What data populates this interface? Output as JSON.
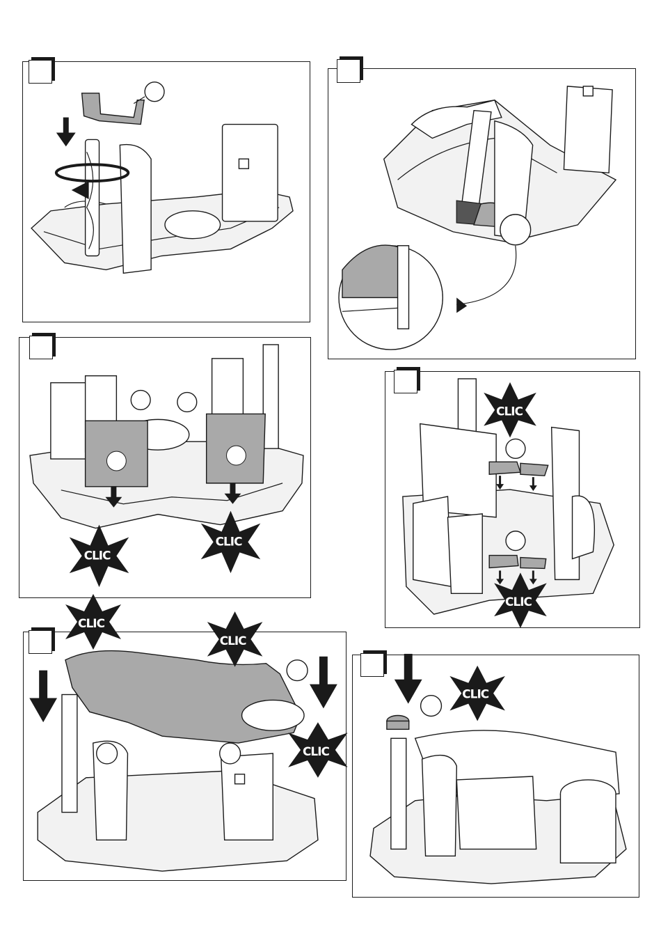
{
  "page": {
    "background": "#ffffff",
    "line_color": "#1a1a1a",
    "part_highlight": "#a9a9a9"
  },
  "steps": [
    {
      "id": 1,
      "badge_text": "",
      "callout_text": "",
      "annotations": [
        "arrow-down",
        "rotate-arrow"
      ]
    },
    {
      "id": 2,
      "badge_text": "",
      "callout_text": "",
      "annotations": [
        "detail-zoom",
        "curved-arrow"
      ]
    },
    {
      "id": 3,
      "badge_text": "",
      "callouts": [
        "",
        ""
      ],
      "click_labels": [
        "CLIC",
        "CLIC"
      ]
    },
    {
      "id": 4,
      "badge_text": "",
      "callouts": [
        "",
        ""
      ],
      "click_labels": [
        "CLIC",
        "CLIC"
      ]
    },
    {
      "id": 5,
      "badge_text": "",
      "callouts": [
        "",
        ""
      ],
      "click_labels": [
        "CLIC",
        "CLIC",
        "CLIC"
      ]
    },
    {
      "id": 6,
      "badge_text": "",
      "callouts": [
        ""
      ],
      "click_labels": [
        "CLIC"
      ]
    }
  ],
  "icons": [
    "arrow-down-icon",
    "rotate-arrow-icon",
    "clic-star-icon",
    "callout-circle-icon",
    "magnifier-detail-icon"
  ]
}
